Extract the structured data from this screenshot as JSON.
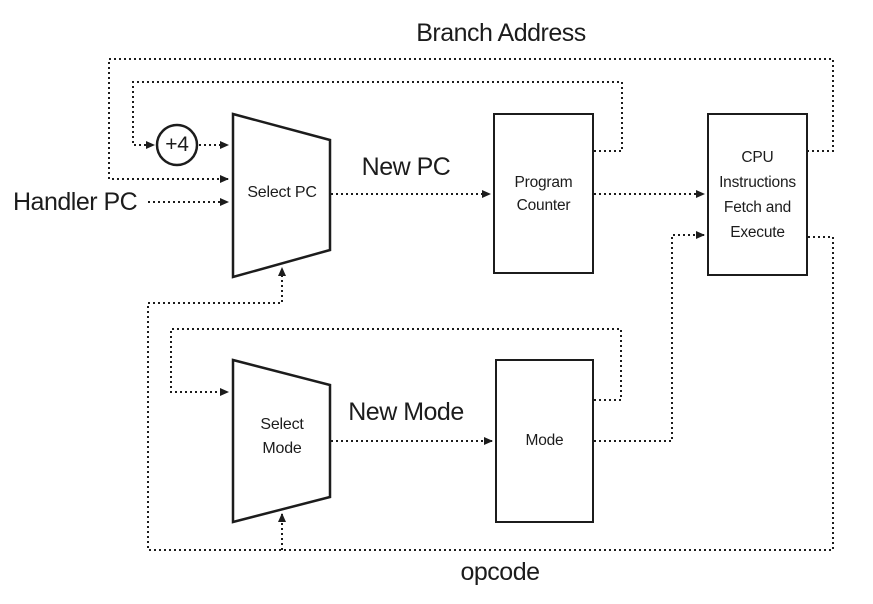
{
  "colors": {
    "background": "#ffffff",
    "ink": "#1c1c1c"
  },
  "signal_labels": {
    "branch_address": "Branch Address",
    "new_pc": "New PC",
    "handler_pc": "Handler PC",
    "new_mode": "New Mode",
    "opcode": "opcode"
  },
  "nodes": {
    "plus_four": {
      "label": "+4",
      "shape": "circle"
    },
    "select_pc": {
      "label": "Select PC",
      "shape": "mux-trapezoid"
    },
    "program_counter": {
      "lines": [
        "Program",
        "Counter"
      ],
      "shape": "rect"
    },
    "cpu": {
      "lines": [
        "CPU",
        "Instructions",
        "Fetch and",
        "Execute"
      ],
      "shape": "rect"
    },
    "select_mode": {
      "lines": [
        "Select",
        "Mode"
      ],
      "shape": "mux-trapezoid"
    },
    "mode": {
      "label": "Mode",
      "shape": "rect"
    }
  },
  "edges": [
    {
      "from": "cpu",
      "to": "select_pc",
      "label": "Branch Address",
      "style": "dotted-arrow"
    },
    {
      "from": "program_counter",
      "to": "plus_four",
      "style": "dotted-arrow"
    },
    {
      "from": "plus_four",
      "to": "select_pc",
      "style": "dotted-arrow"
    },
    {
      "from": "handler_pc",
      "to": "select_pc",
      "label": "Handler PC",
      "style": "dotted-arrow"
    },
    {
      "from": "select_pc",
      "to": "program_counter",
      "label": "New PC",
      "style": "dotted-arrow"
    },
    {
      "from": "program_counter",
      "to": "cpu",
      "style": "dotted-arrow"
    },
    {
      "from": "select_mode",
      "to": "mode",
      "label": "New Mode",
      "style": "dotted-arrow"
    },
    {
      "from": "mode",
      "to": "cpu",
      "style": "dotted-arrow"
    },
    {
      "from": "mode",
      "to": "select_mode",
      "style": "dotted-arrow"
    },
    {
      "from": "cpu",
      "to": "select_pc",
      "label": "opcode",
      "style": "dotted-arrow"
    },
    {
      "from": "cpu",
      "to": "select_mode",
      "label": "opcode",
      "style": "dotted-arrow"
    }
  ]
}
